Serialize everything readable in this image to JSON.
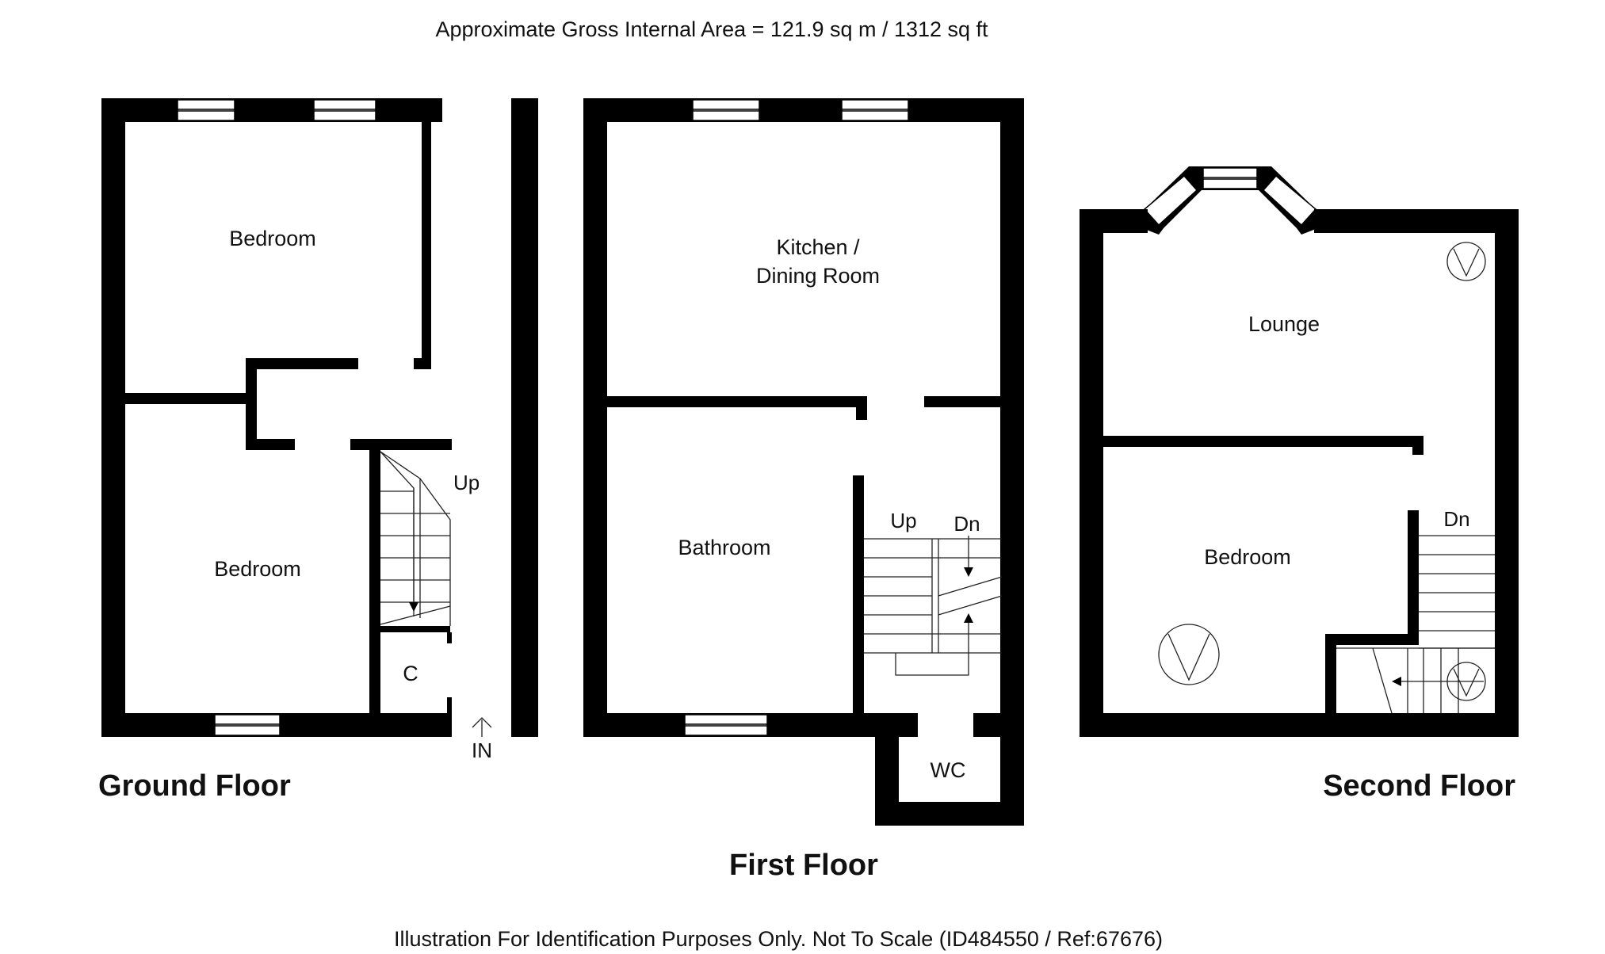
{
  "header": {
    "area_text": "Approximate Gross Internal Area  = 121.9 sq m / 1312 sq ft"
  },
  "footer": {
    "disclaimer": "Illustration For Identification Purposes Only. Not To Scale (ID484550 / Ref:67676)"
  },
  "ground_floor": {
    "title": "Ground Floor",
    "rooms": {
      "bedroom_front": "Bedroom",
      "bedroom_rear": "Bedroom",
      "cupboard": "C"
    },
    "stair_label": "Up",
    "entrance_label": "IN"
  },
  "first_floor": {
    "title": "First Floor",
    "rooms": {
      "kitchen_line1": "Kitchen /",
      "kitchen_line2": "Dining Room",
      "bathroom": "Bathroom",
      "wc": "WC"
    },
    "stair_up": "Up",
    "stair_down": "Dn"
  },
  "second_floor": {
    "title": "Second Floor",
    "rooms": {
      "lounge": "Lounge",
      "bedroom": "Bedroom"
    },
    "stair_down": "Dn"
  }
}
